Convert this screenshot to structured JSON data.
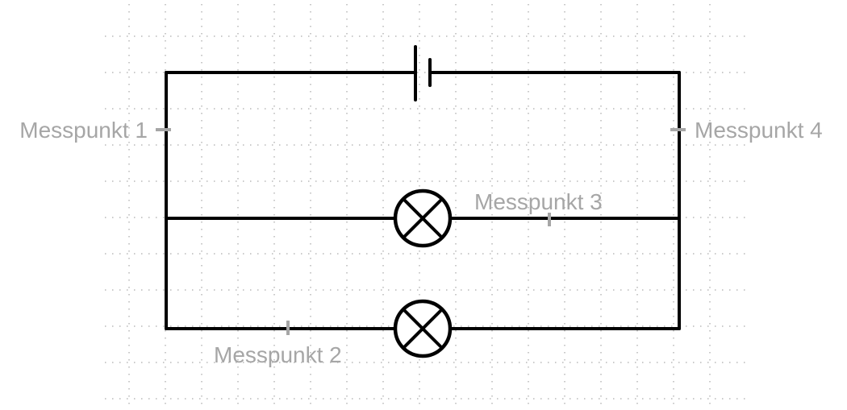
{
  "labels": {
    "mp1": "Messpunkt 1",
    "mp2": "Messpunkt 2",
    "mp3": "Messpunkt 3",
    "mp4": "Messpunkt 4"
  },
  "colors": {
    "wire": "#000000",
    "label": "#a6a6a6",
    "grid": "#b9b9b9",
    "background": "#ffffff"
  }
}
